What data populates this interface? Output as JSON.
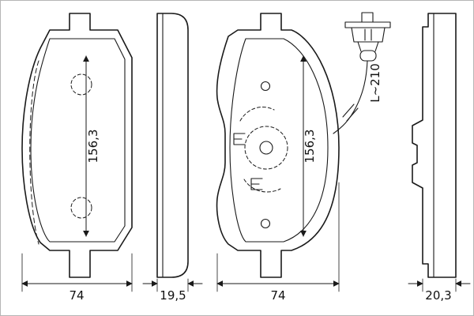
{
  "drawing": {
    "colors": {
      "line": "#1a1a1a",
      "background": "#ffffff"
    },
    "pad_a_front": {
      "height": "156,3",
      "width": "74"
    },
    "pad_a_side": {
      "thickness": "19,5"
    },
    "pad_b_front": {
      "height": "156,3",
      "width": "74"
    },
    "pad_b_side": {
      "thickness": "20,3"
    },
    "sensor": {
      "wire_length": "L~210"
    }
  }
}
